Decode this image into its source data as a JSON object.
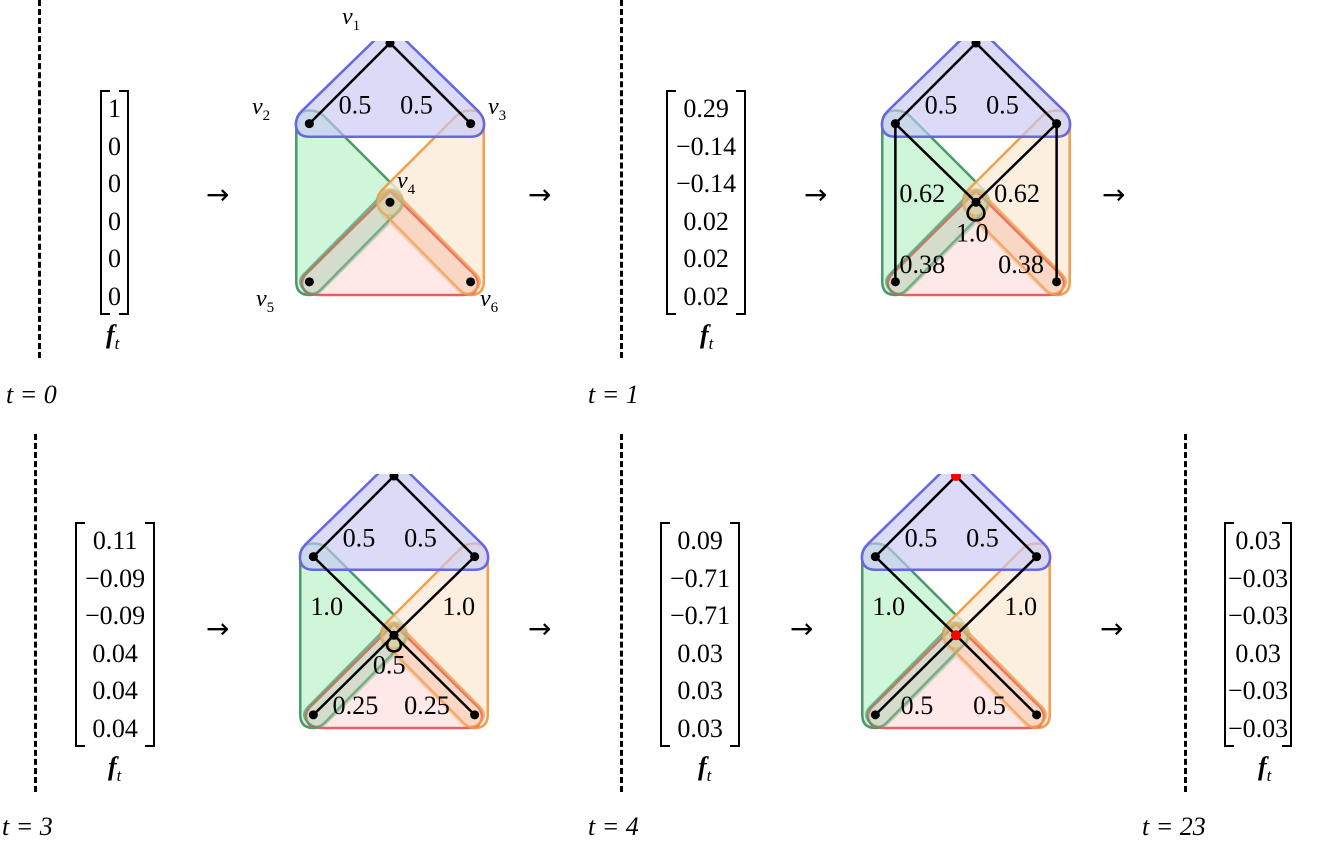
{
  "figure": {
    "panels": [
      {
        "time_label": "t = 0",
        "vector_label": "f",
        "vector_sub": "t",
        "vector": [
          "1",
          "0",
          "0",
          "0",
          "0",
          "0"
        ]
      },
      {
        "time_label": "t = 1",
        "vector_label": "f",
        "vector_sub": "t",
        "vector": [
          "0.29",
          "−0.14",
          "−0.14",
          "0.02",
          "0.02",
          "0.02"
        ]
      },
      {
        "time_label": "t = 3",
        "vector_label": "f",
        "vector_sub": "t",
        "vector": [
          "0.11",
          "−0.09",
          "−0.09",
          "0.04",
          "0.04",
          "0.04"
        ]
      },
      {
        "time_label": "t = 4",
        "vector_label": "f",
        "vector_sub": "t",
        "vector": [
          "0.09",
          "−0.71",
          "−0.71",
          "0.03",
          "0.03",
          "0.03"
        ]
      },
      {
        "time_label": "t = 23",
        "vector_label": "f",
        "vector_sub": "t",
        "vector": [
          "0.03",
          "−0.03",
          "−0.03",
          "0.03",
          "−0.03",
          "−0.03"
        ]
      }
    ],
    "arrow_glyph": "→",
    "vertex_labels": [
      "v1",
      "v2",
      "v3",
      "v4",
      "v5",
      "v6"
    ],
    "hyperedge_colors": {
      "blue": "#6666e6",
      "green": "#4a9a6a",
      "orange": "#f0a050",
      "red": "#e86060",
      "blue_fill": "#dcdcf8",
      "green_fill": "#c8f5d4",
      "orange_fill": "#fdebd8",
      "red_fill": "#fde0e0"
    },
    "highlight_color": "#ff0000",
    "graphs": [
      {
        "id": "graph-t0",
        "edge_labels": [
          {
            "text": "0.5",
            "pos": "top-left"
          },
          {
            "text": "0.5",
            "pos": "top-right"
          }
        ],
        "edges": [
          [
            "v1",
            "v2"
          ],
          [
            "v1",
            "v3"
          ]
        ],
        "show_vertex_labels": true
      },
      {
        "id": "graph-t1",
        "edge_labels": [
          {
            "text": "0.5",
            "pos": "top-left"
          },
          {
            "text": "0.5",
            "pos": "top-right"
          },
          {
            "text": "0.62",
            "pos": "mid-left"
          },
          {
            "text": "0.62",
            "pos": "mid-right"
          },
          {
            "text": "1.0",
            "pos": "loop"
          },
          {
            "text": "0.38",
            "pos": "bottom-left"
          },
          {
            "text": "0.38",
            "pos": "bottom-right"
          }
        ],
        "edges": [
          [
            "v1",
            "v2"
          ],
          [
            "v1",
            "v3"
          ],
          [
            "v2",
            "v4"
          ],
          [
            "v3",
            "v4"
          ],
          [
            "v2",
            "v5"
          ],
          [
            "v3",
            "v6"
          ],
          [
            "v4",
            "v4"
          ]
        ]
      },
      {
        "id": "graph-t3",
        "edge_labels": [
          {
            "text": "0.5",
            "pos": "top-left"
          },
          {
            "text": "0.5",
            "pos": "top-right"
          },
          {
            "text": "1.0",
            "pos": "mid-left"
          },
          {
            "text": "1.0",
            "pos": "mid-right"
          },
          {
            "text": "0.5",
            "pos": "loop"
          },
          {
            "text": "0.25",
            "pos": "bottom-left"
          },
          {
            "text": "0.25",
            "pos": "bottom-right"
          }
        ],
        "edges": [
          [
            "v1",
            "v2"
          ],
          [
            "v1",
            "v3"
          ],
          [
            "v2",
            "v4"
          ],
          [
            "v3",
            "v4"
          ],
          [
            "v4",
            "v5"
          ],
          [
            "v4",
            "v6"
          ],
          [
            "v4",
            "v4"
          ]
        ]
      },
      {
        "id": "graph-t4",
        "edge_labels": [
          {
            "text": "0.5",
            "pos": "top-left"
          },
          {
            "text": "0.5",
            "pos": "top-right"
          },
          {
            "text": "1.0",
            "pos": "mid-left"
          },
          {
            "text": "1.0",
            "pos": "mid-right"
          },
          {
            "text": "0.5",
            "pos": "bottom-left"
          },
          {
            "text": "0.5",
            "pos": "bottom-right"
          }
        ],
        "edges": [
          [
            "v1",
            "v2"
          ],
          [
            "v1",
            "v3"
          ],
          [
            "v2",
            "v4"
          ],
          [
            "v3",
            "v4"
          ],
          [
            "v4",
            "v5"
          ],
          [
            "v4",
            "v6"
          ]
        ],
        "highlighted_vertices": [
          "v1",
          "v4"
        ]
      }
    ]
  }
}
